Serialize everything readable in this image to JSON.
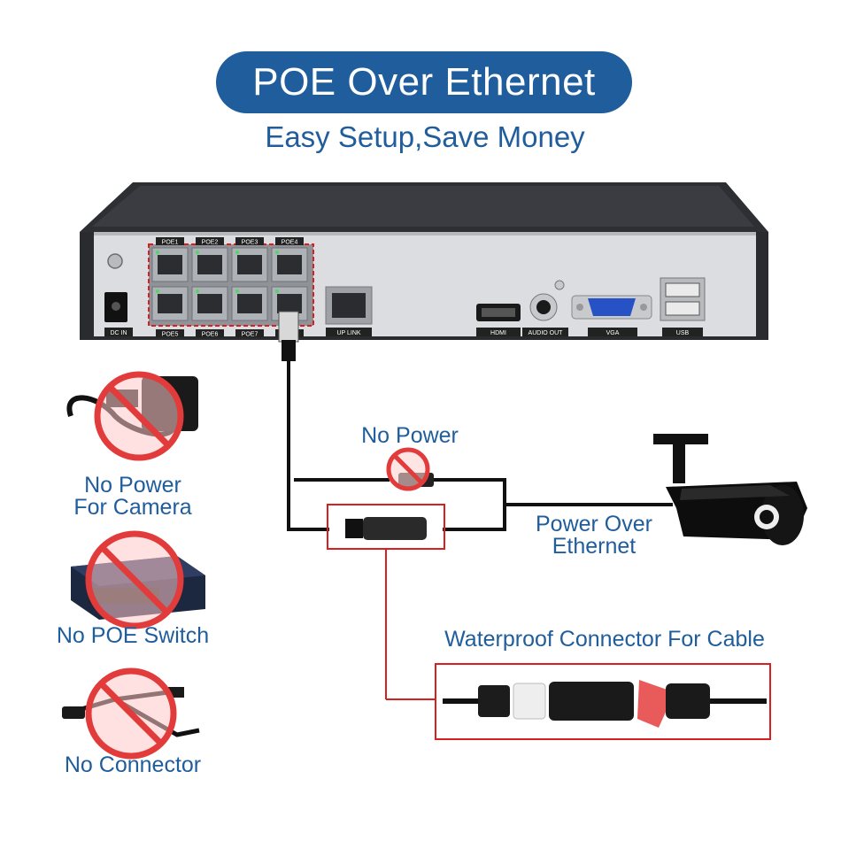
{
  "header": {
    "title": "POE Over Ethernet",
    "subtitle": "Easy Setup,Save Money"
  },
  "nvr": {
    "poe_ports_top": [
      "POE1",
      "POE2",
      "POE3",
      "POE4"
    ],
    "poe_ports_bottom": [
      "POE5",
      "POE6",
      "POE7",
      "8"
    ],
    "dc_in": "DC IN",
    "uplink": "UP LINK",
    "hdmi": "HDMI",
    "audio_out": "AUDIO OUT",
    "vga": "VGA",
    "usb": "USB"
  },
  "labels": {
    "no_power": "No Power",
    "power_over_line1": "Power Over",
    "power_over_line2": "Ethernet",
    "waterproof": "Waterproof Connector For Cable"
  },
  "left_panel": {
    "no_power_camera_line1": "No Power",
    "no_power_camera_line2": "For Camera",
    "no_poe_switch": "No POE Switch",
    "no_connector": "No Connector"
  },
  "colors": {
    "brand_blue": "#1f5d9c",
    "prohibit_red": "#e23b3b",
    "highlight_red": "#d81e1e",
    "nvr_body": "#3a3b3f",
    "nvr_panel": "#d9dadd"
  }
}
